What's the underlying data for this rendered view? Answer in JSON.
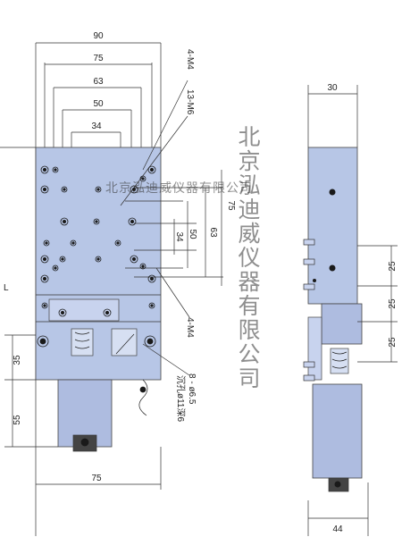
{
  "front_view": {
    "top_dims": [
      "90",
      "75",
      "63",
      "50",
      "34"
    ],
    "side_dims": [
      "34",
      "50",
      "63",
      "75"
    ],
    "left_dims": [
      "35",
      "55"
    ],
    "bottom_dim": "75",
    "callouts": [
      "4-M4",
      "13-M6",
      "4-M4"
    ],
    "hole_spec": [
      "8 - ø6.5",
      "沉孔ø11深6"
    ],
    "left_marker": "L"
  },
  "side_view": {
    "top_dim": "30",
    "right_dims": [
      "25",
      "25",
      "25"
    ],
    "bottom_dim": "44"
  },
  "watermark": {
    "horizontal": "北京泓迪威仪器有限公司",
    "vertical": "北京泓迪威仪器有限公司"
  },
  "colors": {
    "body": "#b7c6e6",
    "body_dark": "#8fa2c9",
    "line": "#333333"
  }
}
